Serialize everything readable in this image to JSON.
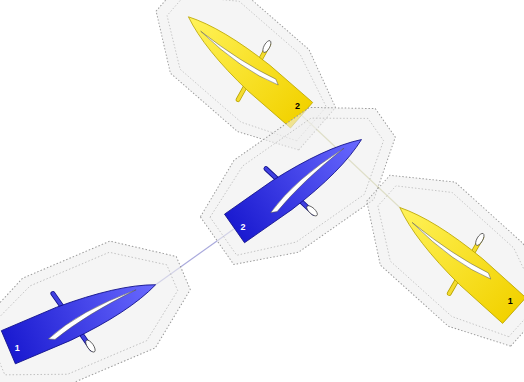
{
  "diagram": {
    "nodes": [
      {
        "text": [
          "2"
        ]
      },
      {
        "text": [
          "2"
        ]
      },
      {
        "text": [
          "1"
        ]
      },
      {
        "text": [
          "1"
        ]
      }
    ],
    "edges": [
      {
        "from": 3,
        "to": 1,
        "arrow": "none"
      },
      {
        "from": 2,
        "to": 0,
        "arrow": "none"
      }
    ]
  }
}
